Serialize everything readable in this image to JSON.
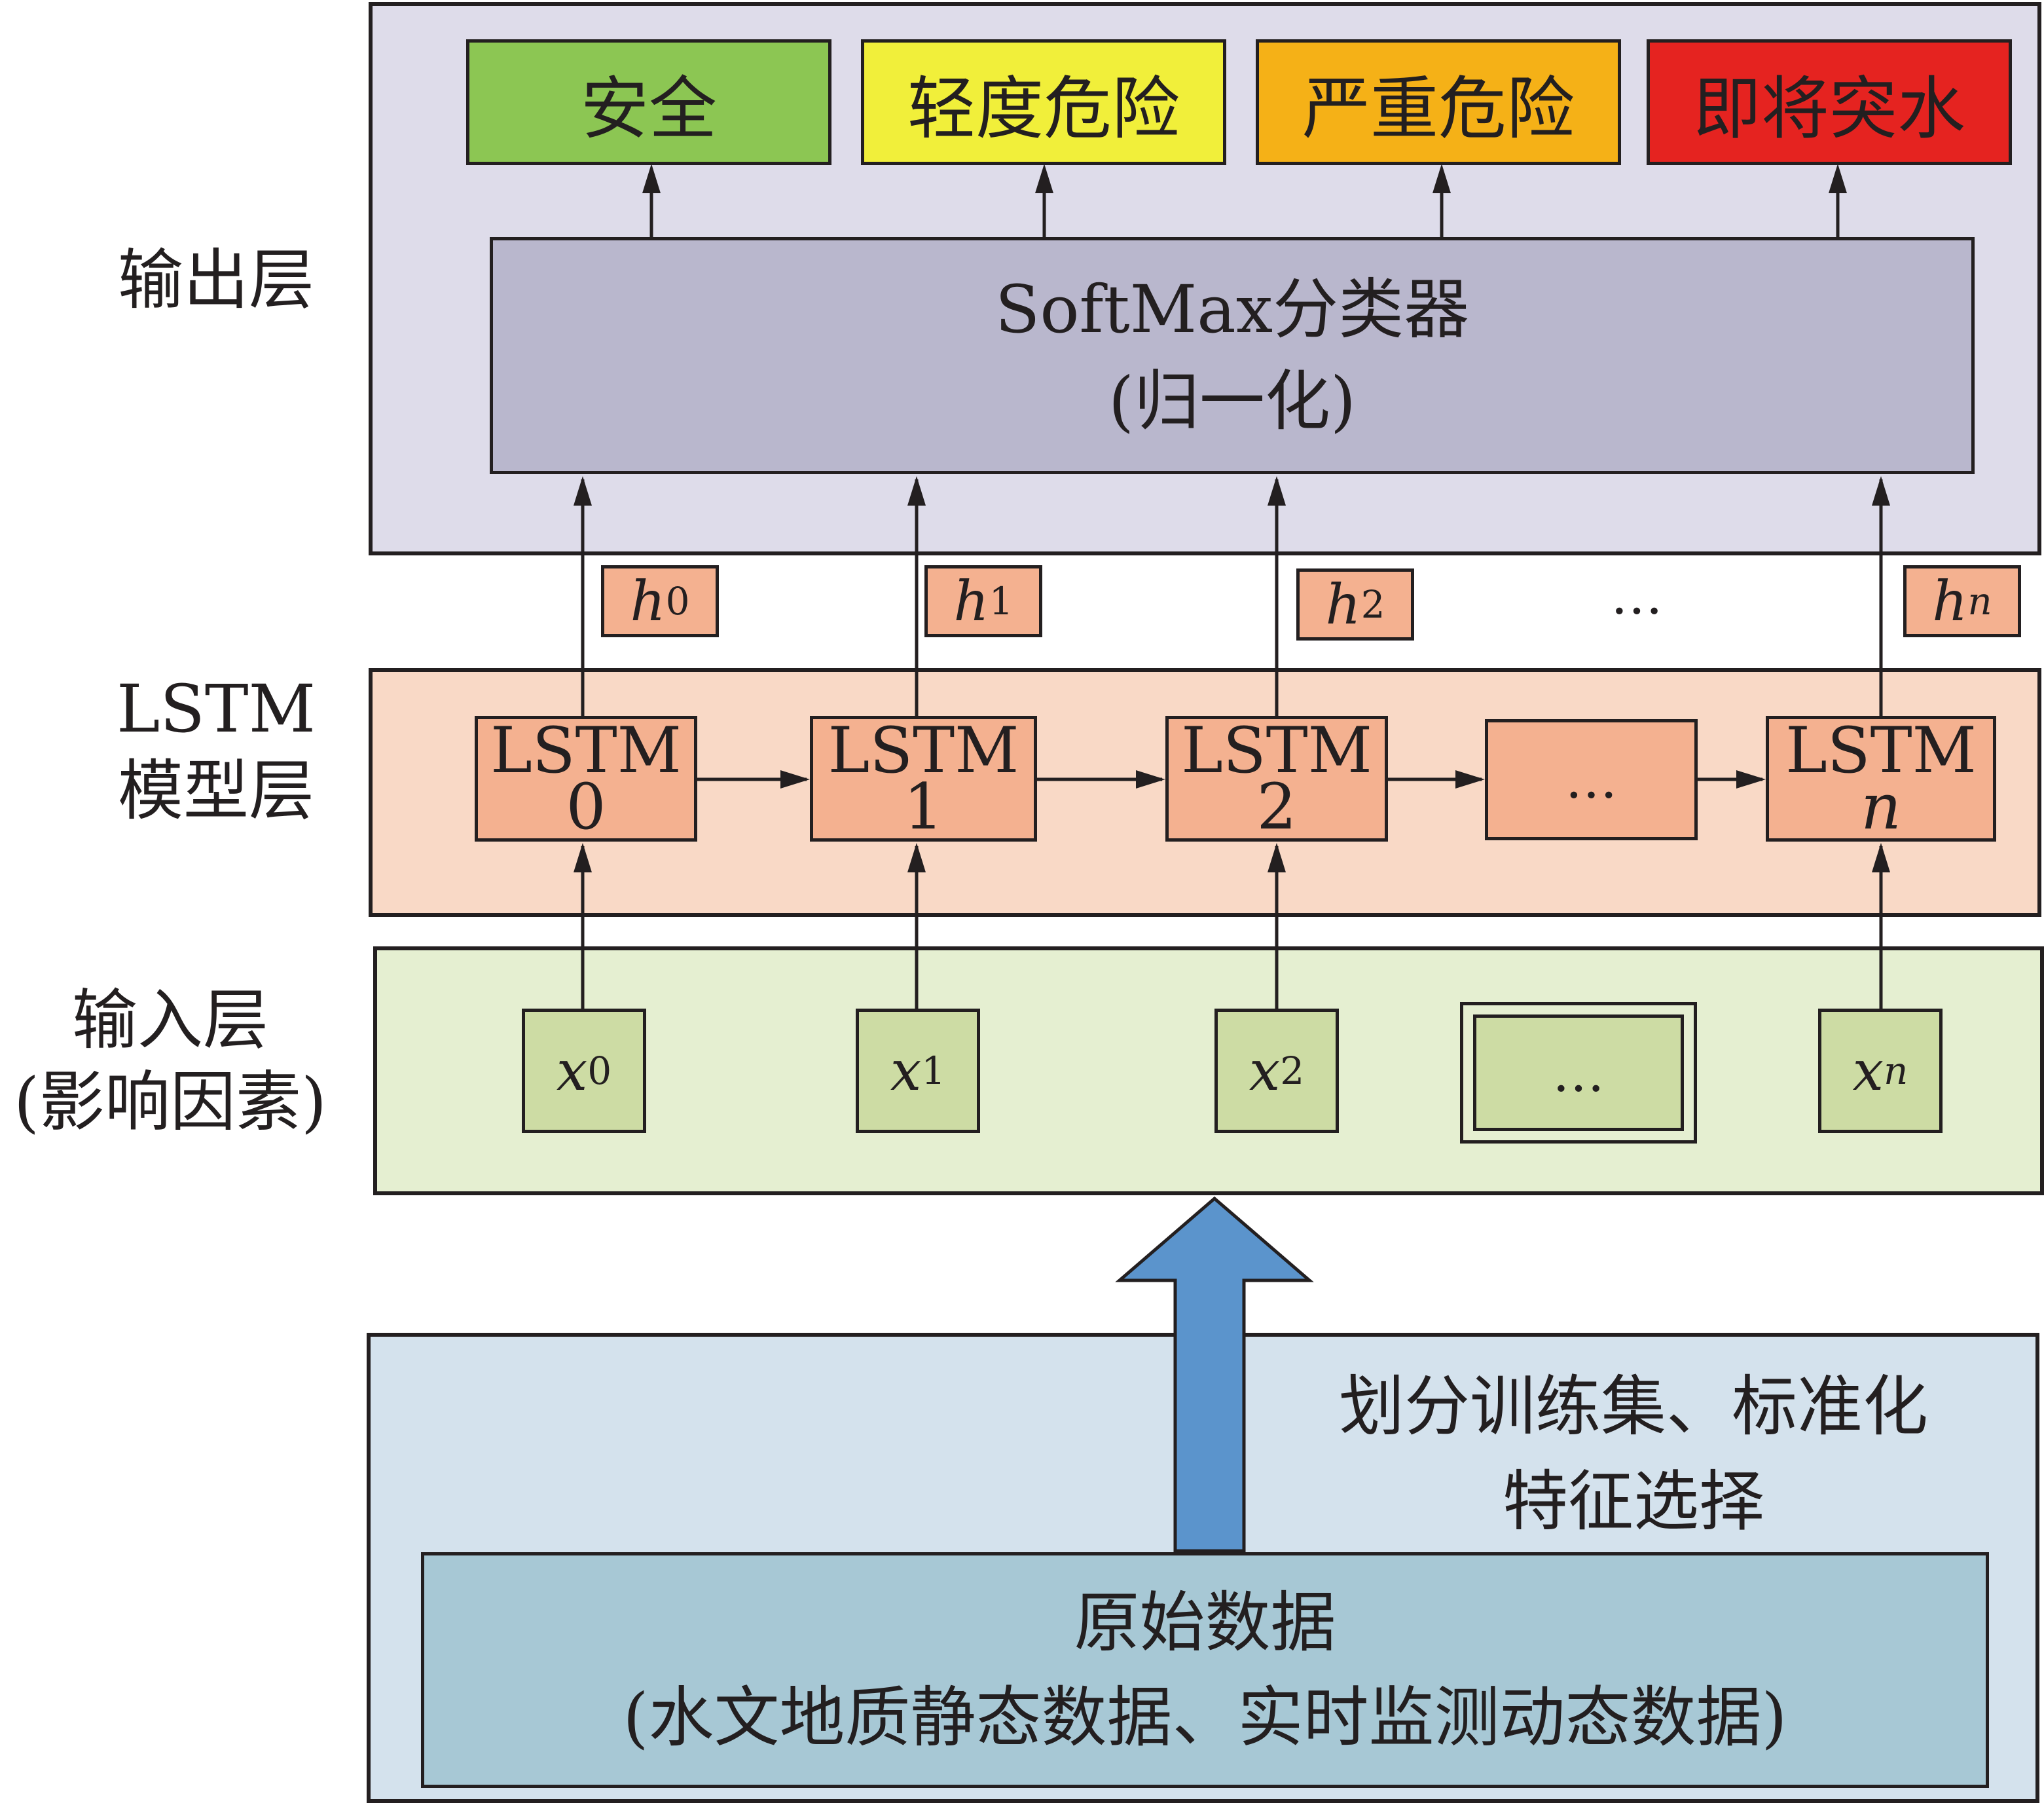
{
  "layers": {
    "output": "输出层",
    "lstm_line1": "LSTM",
    "lstm_line2": "模型层",
    "input_line1": "输入层",
    "input_line2": "(影响因素)"
  },
  "classes": [
    {
      "label": "安全",
      "color": "#8cc653"
    },
    {
      "label": "轻度危险",
      "color": "#f1ef3a"
    },
    {
      "label": "严重危险",
      "color": "#f5b117"
    },
    {
      "label": "即将突水",
      "color": "#e52320"
    }
  ],
  "softmax": {
    "line1": "SoftMax分类器",
    "line2": "(归一化)"
  },
  "hidden": {
    "h": "h",
    "sub0": "0",
    "sub1": "1",
    "sub2": "2",
    "subn": "n",
    "ellipsis": "…"
  },
  "cells": {
    "prefix": "LSTM",
    "idx0": "0",
    "idx1": "1",
    "idx2": "2",
    "idxn": "n",
    "ellipsis": "…"
  },
  "inputs": {
    "x": "x",
    "sub0": "0",
    "sub1": "1",
    "sub2": "2",
    "subn": "n",
    "ellipsis": "…"
  },
  "preprocess": {
    "line1": "划分训练集、标准化",
    "line2": "特征选择"
  },
  "raw": {
    "line1": "原始数据",
    "line2": "(水文地质静态数据、实时监测动态数据)"
  },
  "colors": {
    "output_panel": "#dedcea",
    "softmax_box": "#b9b7cd",
    "lstm_panel": "#f9d9c6",
    "lstm_cell": "#f4b190",
    "input_panel": "#e5efd1",
    "input_box": "#cddca4",
    "data_panel": "#d4e2ed",
    "raw_box": "#a7c8d5",
    "big_arrow": "#5b94cc"
  }
}
